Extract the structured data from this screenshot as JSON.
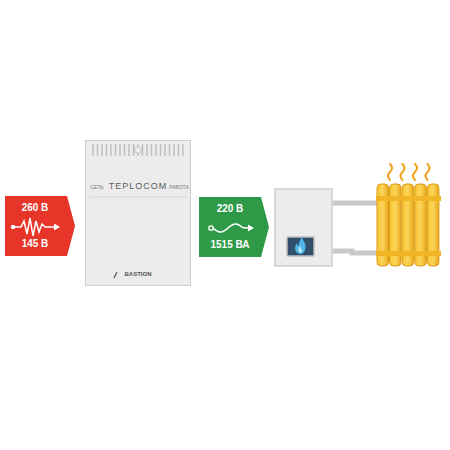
{
  "diagram": {
    "nodes": [
      {
        "text": [
          "260 В",
          "145 В"
        ]
      },
      {
        "text": [
          "TEPLOCOM",
          "СЕТЬ",
          "РАБОТА",
          "BASTION"
        ]
      },
      {
        "text": [
          "220 В",
          "1515 ВА"
        ]
      }
    ]
  }
}
